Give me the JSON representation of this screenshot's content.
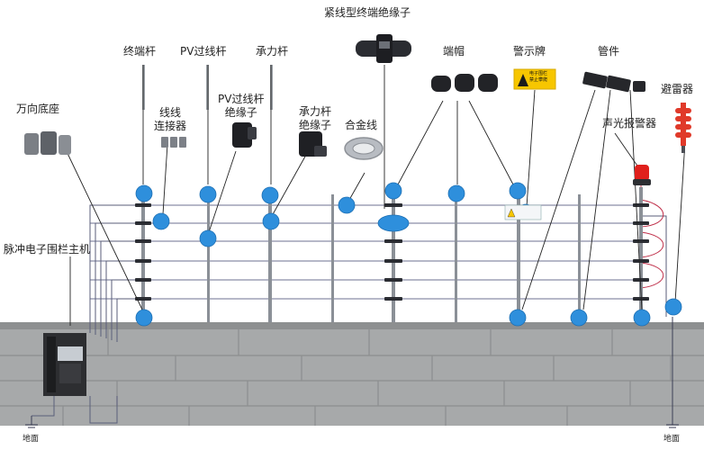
{
  "labels": {
    "top_title": "紧线型终端绝缘子",
    "terminal_pole": "终端杆",
    "pv_pole": "PV过线杆",
    "bearing_pole": "承力杆",
    "end_cap": "端帽",
    "warning_sign": "警示牌",
    "pipe_fitting": "管件",
    "universal_base": "万向底座",
    "wire_connector": "线线\n连接器",
    "pv_insulator": "PV过线杆\n绝缘子",
    "bearing_insulator": "承力杆\n绝缘子",
    "alloy_wire": "合金线",
    "lightning_arrester": "避雷器",
    "alarm": "声光报警器",
    "host": "脉冲电子围栏主机",
    "ground_left": "地面",
    "ground_right": "地面"
  },
  "sign_text": "电子围栏\n禁止攀爬",
  "colors": {
    "marker": "#2e8fdc",
    "wire": "#6b6f8a",
    "pole": "#8a8f96",
    "wall": "#a9abab",
    "wall_cap": "#8f9192",
    "host": "#2f3033",
    "alarm": "#e0201c",
    "warning": "#f7c600"
  }
}
